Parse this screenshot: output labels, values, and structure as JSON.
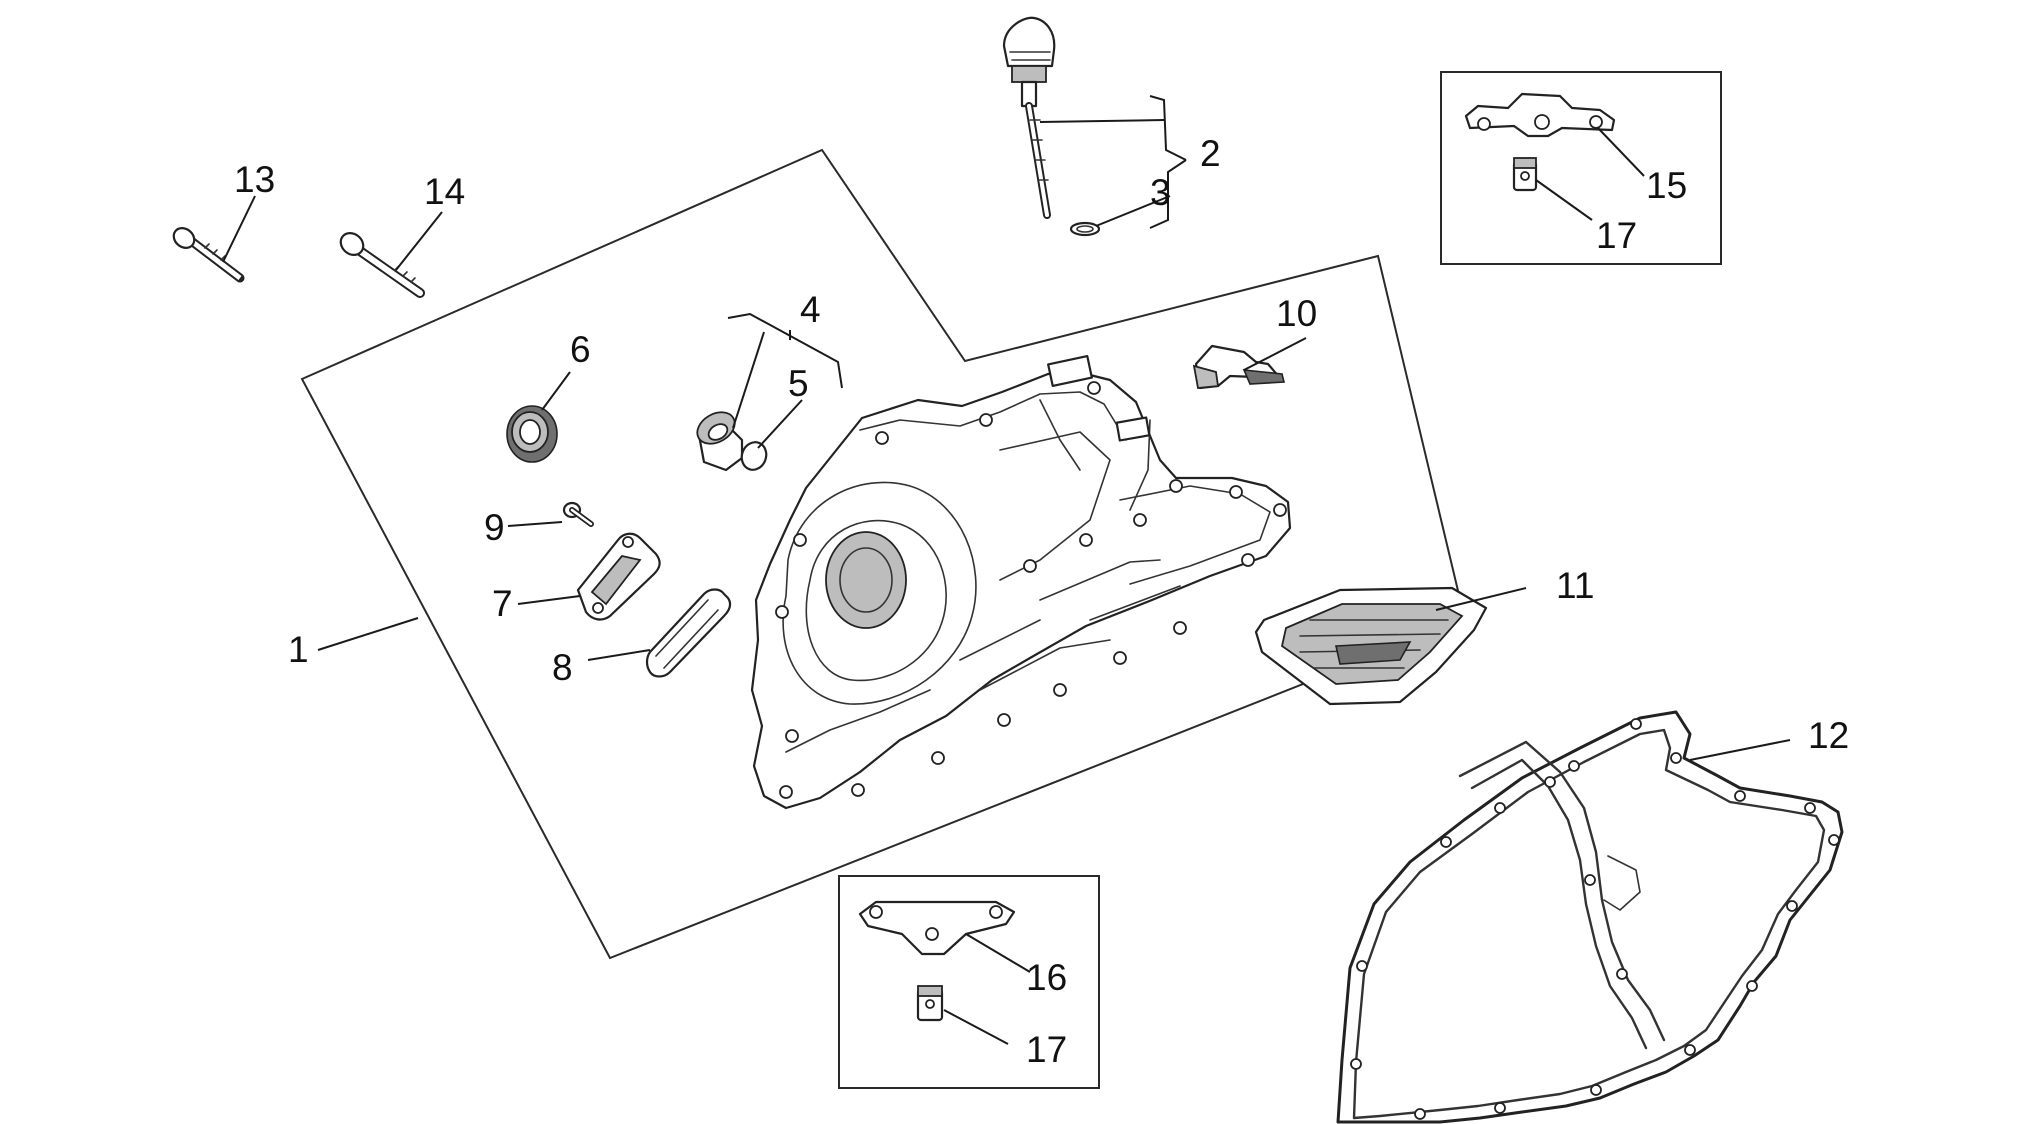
{
  "callouts": {
    "c1": "1",
    "c2": "2",
    "c3": "3",
    "c4": "4",
    "c5": "5",
    "c6": "6",
    "c7": "7",
    "c8": "8",
    "c9": "9",
    "c10": "10",
    "c11": "11",
    "c12": "12",
    "c13": "13",
    "c14": "14",
    "c15": "15",
    "c16": "16",
    "c17a": "17",
    "c17b": "17"
  }
}
